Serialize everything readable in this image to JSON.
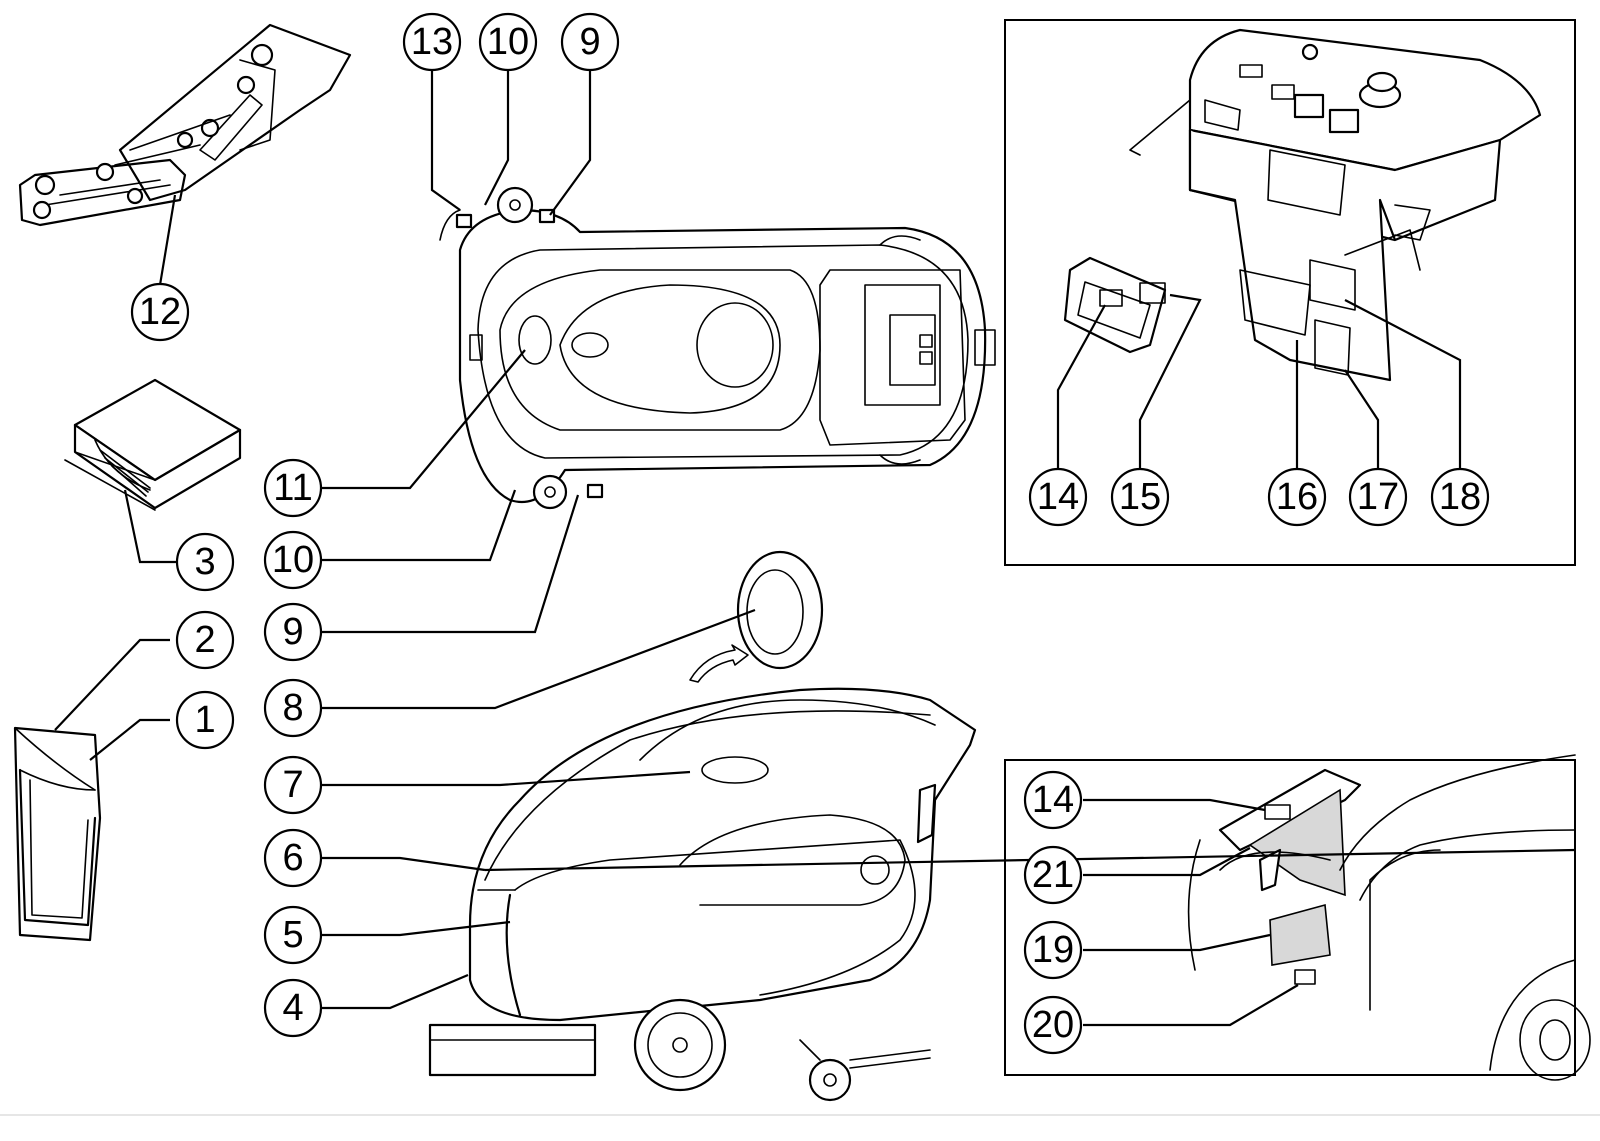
{
  "callouts": [
    {
      "id": "c13a",
      "label": "13"
    },
    {
      "id": "c10a",
      "label": "10"
    },
    {
      "id": "c9a",
      "label": "9"
    },
    {
      "id": "c12",
      "label": "12"
    },
    {
      "id": "c11",
      "label": "11"
    },
    {
      "id": "c3",
      "label": "3"
    },
    {
      "id": "c10b",
      "label": "10"
    },
    {
      "id": "c9b",
      "label": "9"
    },
    {
      "id": "c2",
      "label": "2"
    },
    {
      "id": "c1",
      "label": "1"
    },
    {
      "id": "c8",
      "label": "8"
    },
    {
      "id": "c7",
      "label": "7"
    },
    {
      "id": "c6",
      "label": "6"
    },
    {
      "id": "c5",
      "label": "5"
    },
    {
      "id": "c4",
      "label": "4"
    },
    {
      "id": "c14a",
      "label": "14"
    },
    {
      "id": "c15",
      "label": "15"
    },
    {
      "id": "c16",
      "label": "16"
    },
    {
      "id": "c17",
      "label": "17"
    },
    {
      "id": "c18",
      "label": "18"
    },
    {
      "id": "c14b",
      "label": "14"
    },
    {
      "id": "c21",
      "label": "21"
    },
    {
      "id": "c19",
      "label": "19"
    },
    {
      "id": "c20",
      "label": "20"
    }
  ]
}
